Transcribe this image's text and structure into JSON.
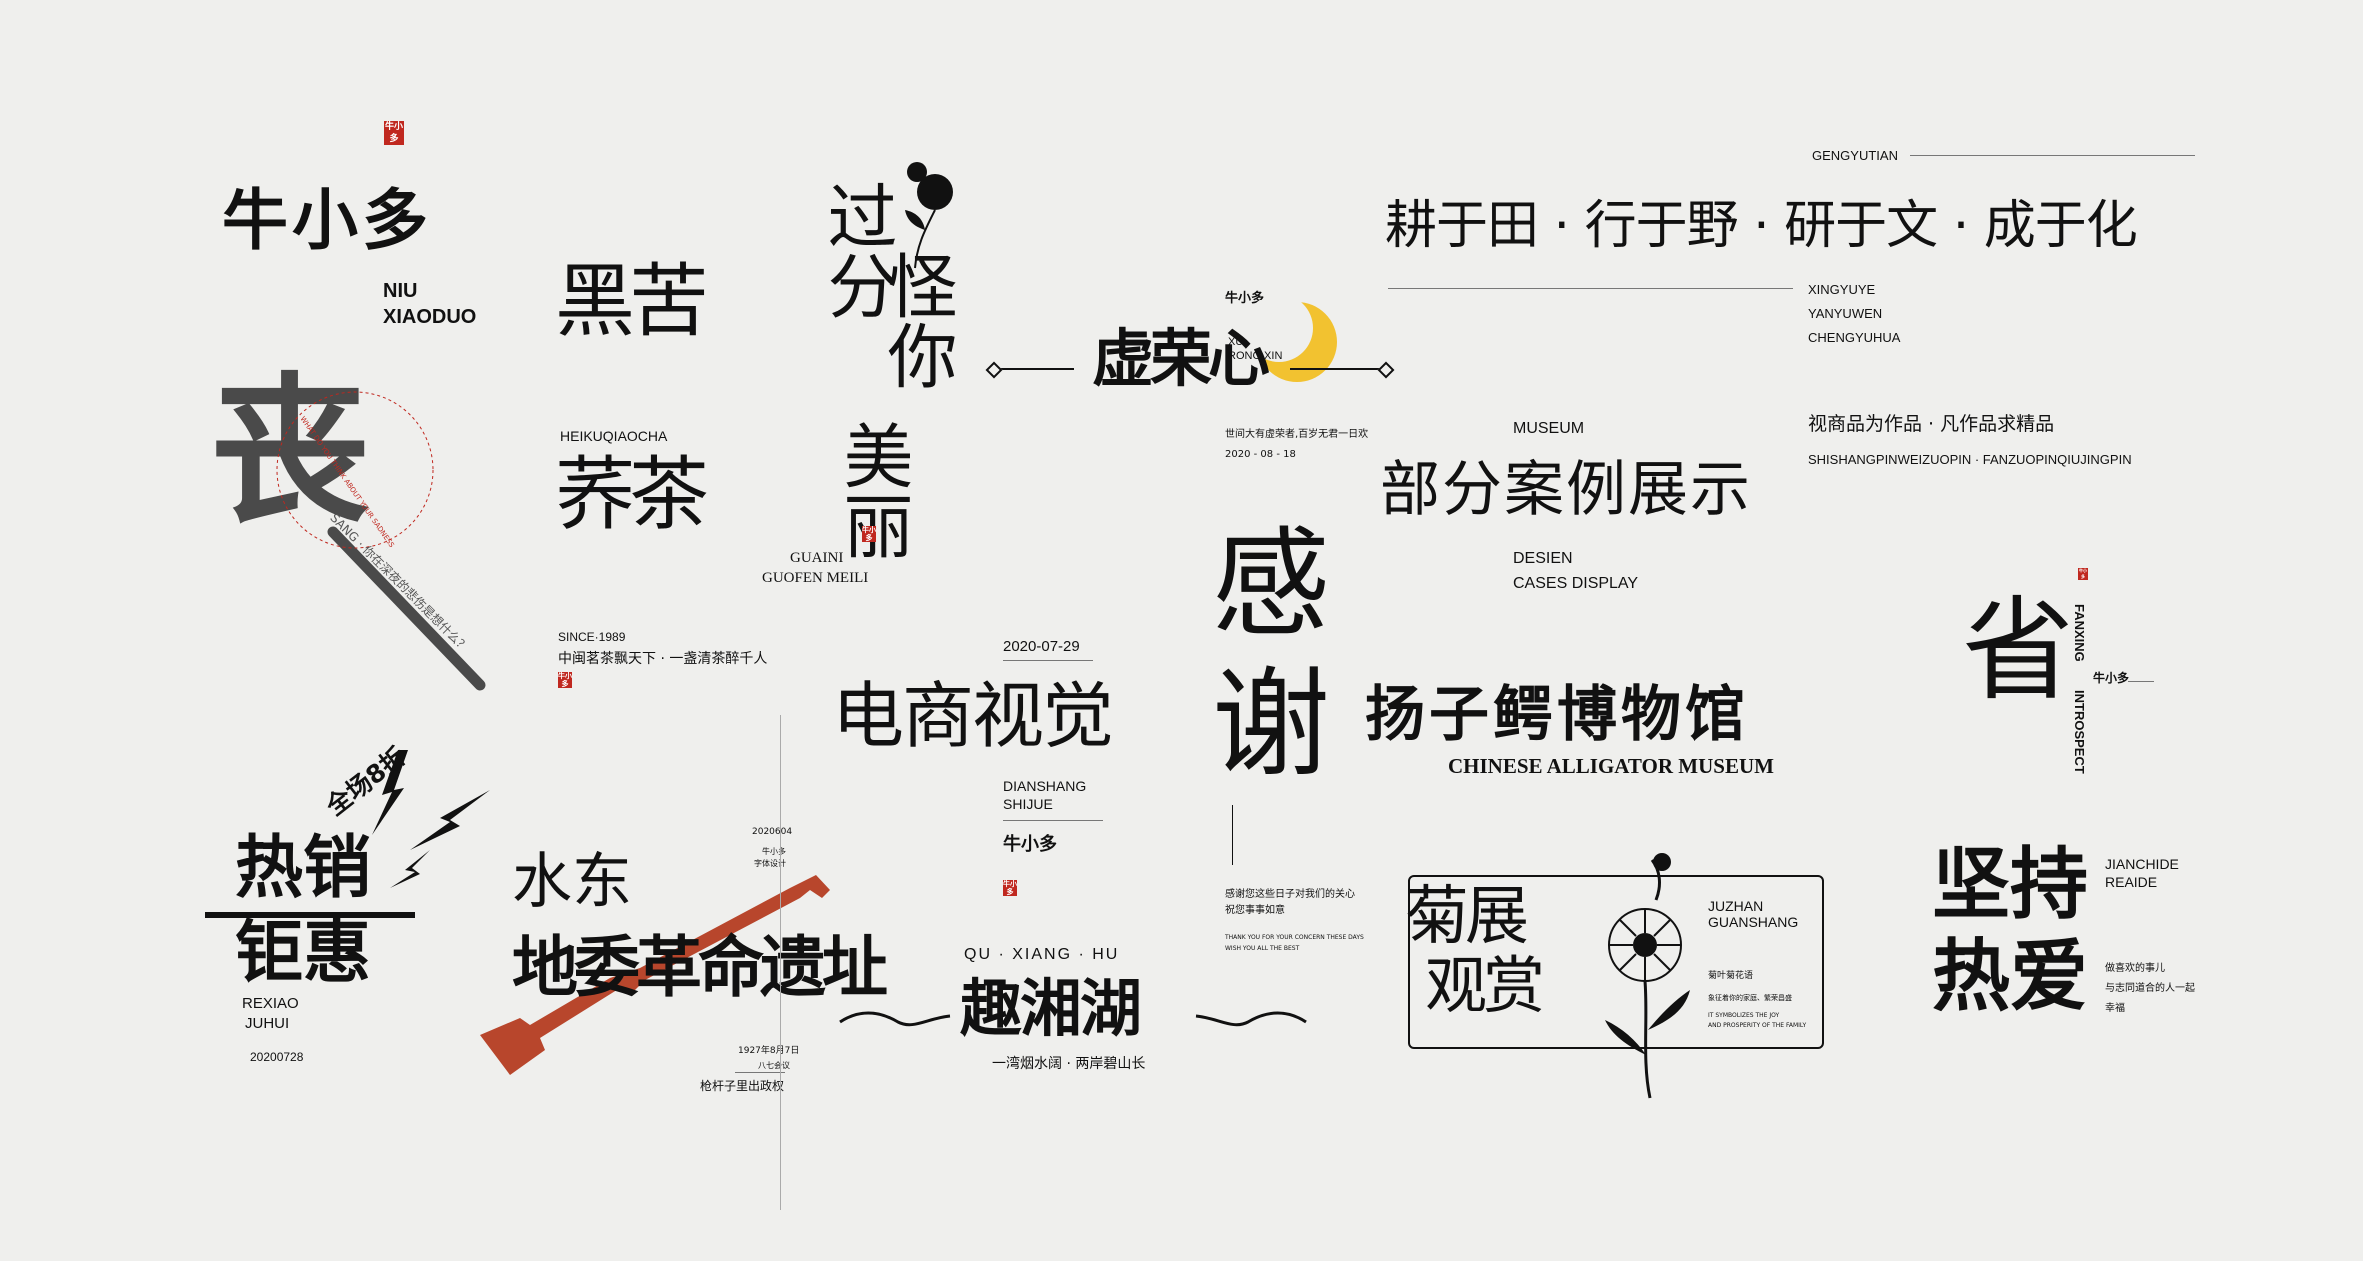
{
  "colors": {
    "background": "#efefed",
    "ink": "#111111",
    "seal_red": "#c0281f",
    "moon_yellow": "#f2c230",
    "rifle_red": "#b8462c"
  },
  "seal_text": "牛小多",
  "niuxiaoduo": {
    "title": "牛小多",
    "en1": "NIU",
    "en2": "XIAODUO"
  },
  "sang": {
    "glyph": "丧",
    "caption": "SANG · 你在深夜的悲伤是想什么？",
    "ring_text": "WHAT DO YOU THINK ABOUT YOUR SADNESS"
  },
  "heikuqiaocha": {
    "line1": "黑苦",
    "line2": "荞茶",
    "pinyin": "HEIKUQIAOCHA",
    "since": "SINCE·1989",
    "slogan": "中闽茗茶飘天下 · 一盏清茶醉千人"
  },
  "guaini": {
    "col1": "怪你",
    "col2": "过分",
    "col3": "美丽",
    "en1": "GUAINI",
    "en2": "GUOFEN MEILI"
  },
  "xurongxin": {
    "title": "虚荣心",
    "brand": "牛小多",
    "en1": "XU",
    "en2": "RONG XIN",
    "tagline": "世间大有虚荣者,百岁无君一日欢",
    "date": "2020 - 08 - 18"
  },
  "gengyutian": {
    "label_top": "GENGYUTIAN",
    "title": "耕于田 · 行于野 · 研于文 · 成于化",
    "sub1": "XINGYUYE",
    "sub2": "YANYUWEN",
    "sub3": "CHENGYUHUA"
  },
  "museum": {
    "label": "MUSEUM",
    "title": "部分案例展示",
    "sub1": "DESIEN",
    "sub2": "CASES  DISPLAY"
  },
  "shishang": {
    "title": "视商品为作品 · 凡作品求精品",
    "pinyin": "SHISHANGPINWEIZUOPIN · FANZUOPINQIUJINGPIN"
  },
  "dianshang": {
    "date": "2020-07-29",
    "title": "电商视觉",
    "en1": "DIANSHANG",
    "en2": "SHIJUE",
    "brand": "牛小多"
  },
  "ganxie": {
    "line1": "感",
    "line2": "谢",
    "note1": "感谢您这些日子对我们的关心",
    "note2": "祝您事事如意",
    "en1": "THANK YOU FOR YOUR CONCERN THESE DAYS",
    "en2": "WISH YOU ALL THE BEST"
  },
  "alligator": {
    "title": "扬子鳄博物馆",
    "en": "CHINESE ALLIGATOR MUSEUM"
  },
  "fanxing": {
    "glyph": "省",
    "en1": "FANXING",
    "en2": "INTROSPECT",
    "brand": "牛小多"
  },
  "rexiao": {
    "badge": "全场8折",
    "line1": "热销",
    "line2": "钜惠",
    "en1": "REXIAO",
    "en2": "JUHUI",
    "date": "20200728"
  },
  "shuidong": {
    "line1": "水东",
    "line2": "地委革命遗址",
    "date": "2020604",
    "brand": "牛小多",
    "studio": "字体设计",
    "year": "1927年8月7日",
    "meeting": "八七会议",
    "slogan": "枪杆子里出政权"
  },
  "quxianghu": {
    "pinyin": "QU · XIANG · HU",
    "title": "趣湘湖",
    "slogan": "一湾烟水阔 · 两岸碧山长"
  },
  "juzhan": {
    "line1": "菊展",
    "line2": "观赏",
    "en1": "JUZHAN",
    "en2": "GUANSHANG",
    "sub": "菊叶菊花语",
    "desc": "象征着你的家庭、繁荣昌盛",
    "en3": "IT SYMBOLIZES THE JOY",
    "en4": "AND PROSPERITY OF THE FAMILY"
  },
  "jianchi": {
    "line1": "坚持",
    "line2": "热爱",
    "en1": "JIANCHIDE",
    "en2": "REAIDE",
    "note1": "做喜欢的事儿",
    "note2": "与志同道合的人一起",
    "note3": "幸福"
  }
}
